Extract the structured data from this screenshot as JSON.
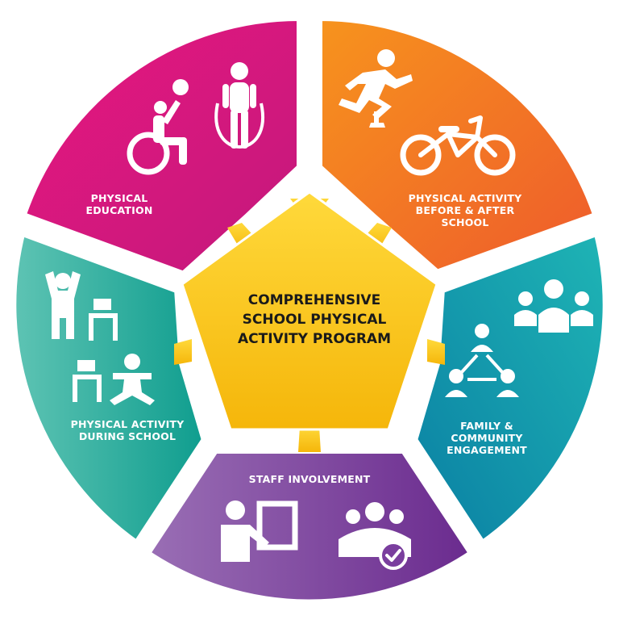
{
  "center": {
    "lines": [
      "COMPREHENSIVE",
      "SCHOOL PHYSICAL",
      "ACTIVITY PROGRAM"
    ]
  },
  "segments": {
    "physical_education": {
      "lines": [
        "PHYSICAL",
        "EDUCATION"
      ],
      "color_a": "#e8177f",
      "color_b": "#c2187c"
    },
    "before_after": {
      "lines": [
        "PHYSICAL ACTIVITY",
        "BEFORE & AFTER",
        "SCHOOL"
      ],
      "color_a": "#f7941d",
      "color_b": "#ee5a2c"
    },
    "family": {
      "lines": [
        "FAMILY &",
        "COMMUNITY",
        "ENGAGEMENT"
      ],
      "color_a": "#1fb5b5",
      "color_b": "#0a7fa3"
    },
    "staff": {
      "lines": [
        "STAFF INVOLVEMENT"
      ],
      "color_a": "#9a6fb5",
      "color_b": "#6a2a8e"
    },
    "during_school": {
      "lines": [
        "PHYSICAL ACTIVITY",
        "DURING SCHOOL"
      ],
      "color_a": "#5fc4b4",
      "color_b": "#0e9d8e"
    }
  },
  "center_colors": {
    "color_a": "#ffd93b",
    "color_b": "#f5b60a"
  },
  "icons": {
    "physical_education": [
      "wheelchair-ball-icon",
      "jump-rope-icon"
    ],
    "before_after": [
      "runner-prosthetic-icon",
      "bicycle-icon"
    ],
    "family": [
      "group-icon",
      "network-icon"
    ],
    "staff": [
      "presenter-board-icon",
      "team-check-icon"
    ],
    "during_school": [
      "arms-up-icon",
      "desk-icon",
      "desk-icon",
      "squat-icon"
    ]
  }
}
